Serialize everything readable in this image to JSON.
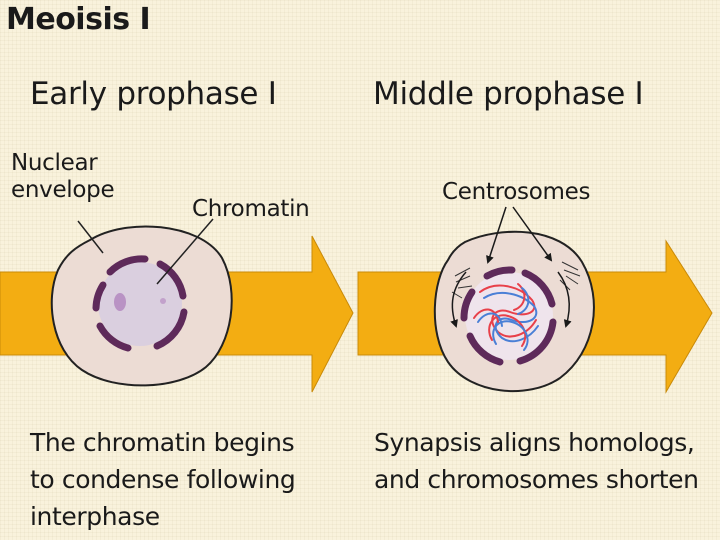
{
  "title": "Meoisis I",
  "stages": [
    {
      "heading": "Early prophase I",
      "labels": [
        "Nuclear\nenvelope",
        "Chromatin"
      ],
      "caption": "The chromatin begins\nto condense following\ninterphase"
    },
    {
      "heading": "Middle prophase I",
      "labels": [
        "Centrosomes"
      ],
      "caption": "Synapsis aligns homologs,\nand chromosomes shorten"
    }
  ],
  "colors": {
    "background": "#f9f2dc",
    "arrow": "#f3ad12",
    "cell_fill": "#ecdcd4",
    "cell_stroke": "#222222",
    "nuclear_envelope": "#5e2a5a",
    "nucleus_fill": "#d8cde0",
    "chromosome_red": "#e8404a",
    "chromosome_blue": "#4a7fd6"
  }
}
